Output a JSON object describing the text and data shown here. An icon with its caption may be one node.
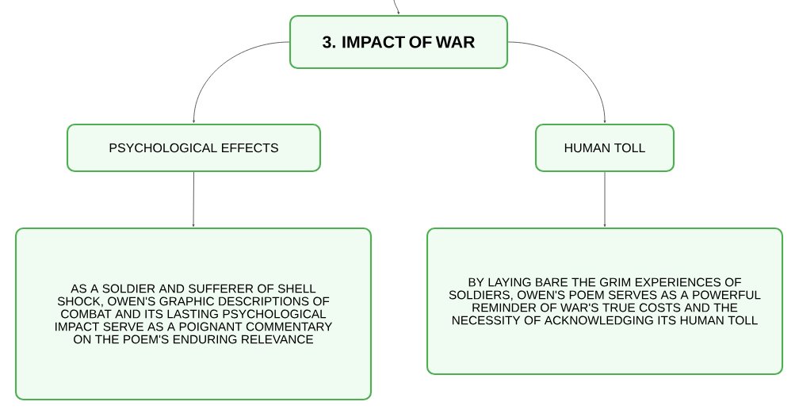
{
  "diagram": {
    "nodes": [
      {
        "text": [
          "3. IMPACT OF WAR"
        ]
      },
      {
        "text": [
          "PSYCHOLOGICAL EFFECTS"
        ]
      },
      {
        "text": [
          "HUMAN TOLL"
        ]
      },
      {
        "text": [
          "AS A SOLDIER AND SUFFERER OF SHELL SHOCK, OWEN'S GRAPHIC DESCRIPTIONS OF COMBAT AND ITS LASTING PSYCHOLOGICAL IMPACT SERVE AS A POIGNANT COMMENTARY ON THE POEM'S ENDURING RELEVANCE"
        ]
      },
      {
        "text": [
          "BY LAYING BARE THE GRIM EXPERIENCES OF SOLDIERS, OWEN'S POEM SERVES AS A POWERFUL REMINDER OF WAR'S TRUE COSTS AND THE NECESSITY OF ACKNOWLEDGING ITS HUMAN TOLL"
        ]
      }
    ],
    "edges": [
      {
        "from": null,
        "to": 0,
        "arrow": "to"
      },
      {
        "from": 0,
        "to": 1,
        "arrow": "to"
      },
      {
        "from": 0,
        "to": 2,
        "arrow": "to"
      },
      {
        "from": 1,
        "to": 3,
        "arrow": "to"
      },
      {
        "from": 2,
        "to": 4,
        "arrow": "to"
      }
    ]
  }
}
